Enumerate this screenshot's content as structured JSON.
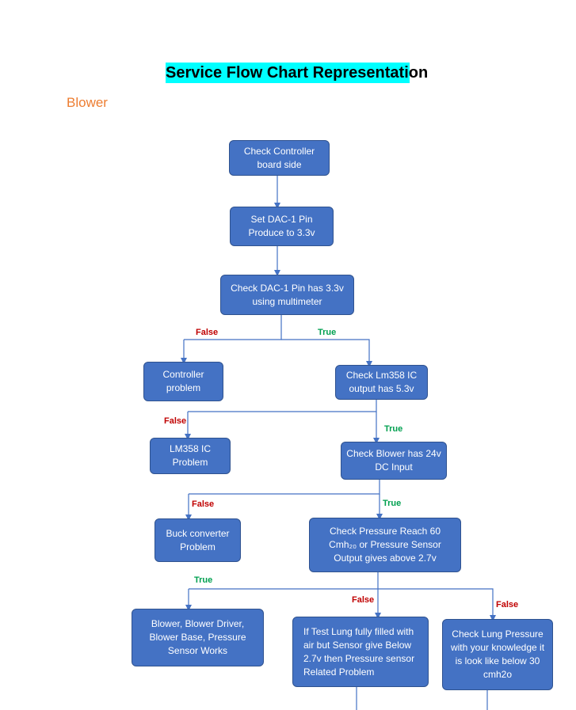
{
  "title": "Service Flow Chart Representation",
  "subtitle": "Blower",
  "colors": {
    "node_fill": "#4472c4",
    "node_border": "#2f528f",
    "connector": "#4472c4",
    "false_label": "#c00000",
    "true_label": "#00a050",
    "title_highlight": "#00ffff",
    "subtitle": "#ed7d31"
  },
  "nodes": {
    "check_controller": "Check Controller board side",
    "set_dac": "Set DAC-1 Pin Produce to 3.3v",
    "check_dac": "Check DAC-1 Pin has 3.3v using multimeter",
    "controller_problem": "Controller problem",
    "check_lm358": "Check Lm358  IC output has 5.3v",
    "lm358_problem": "LM358  IC Problem",
    "check_blower_24v": "Check Blower has 24v DC Input",
    "buck_problem": "Buck converter Problem",
    "check_pressure": "Check Pressure Reach 60 Cmh₂₀ or Pressure Sensor Output gives above 2.7v",
    "blower_works": "Blower, Blower Driver, Blower Base, Pressure Sensor Works",
    "test_lung": "If Test Lung fully filled with air but Sensor give Below 2.7v then Pressure sensor Related Problem",
    "check_lung_pressure": "Check Lung Pressure with your knowledge it is look like below 30 cmh2o"
  },
  "labels": {
    "false_1": "False",
    "true_1": "True",
    "false_2": "False",
    "true_2": "True",
    "false_3": "False",
    "true_3": "True",
    "true_4": "True",
    "false_4": "False",
    "false_5": "False"
  }
}
